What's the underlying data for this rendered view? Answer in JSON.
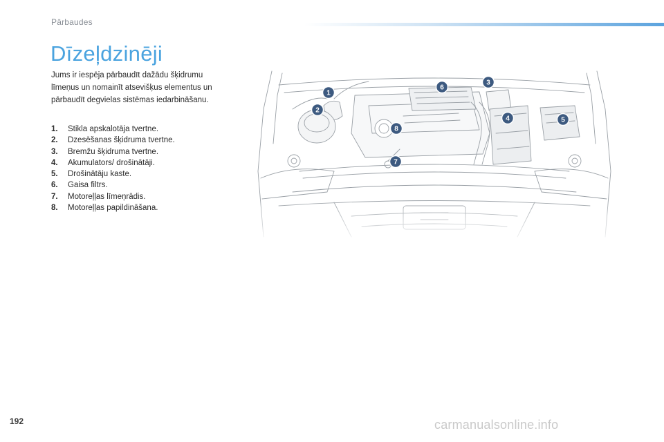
{
  "header": {
    "section": "Pārbaudes"
  },
  "title": "Dīzeļdzinēji",
  "intro": "Jums ir iespēja pārbaudīt dažādu šķidrumu līmeņus un nomainīt atsevišķus elementus un pārbaudīt degvielas sistēmas iedarbināšanu.",
  "legend": [
    {
      "num": "1.",
      "text": "Stikla apskalotāja tvertne."
    },
    {
      "num": "2.",
      "text": "Dzesēšanas šķidruma tvertne."
    },
    {
      "num": "3.",
      "text": "Bremžu šķidruma tvertne."
    },
    {
      "num": "4.",
      "text": "Akumulators/ drošinātāji."
    },
    {
      "num": "5.",
      "text": "Drošinātāju kaste."
    },
    {
      "num": "6.",
      "text": "Gaisa filtrs."
    },
    {
      "num": "7.",
      "text": "Motoreļļas līmeņrādis."
    },
    {
      "num": "8.",
      "text": "Motoreļļas papildināšana."
    }
  ],
  "figure": {
    "markers": [
      "1",
      "2",
      "3",
      "4",
      "5",
      "6",
      "7",
      "8"
    ],
    "marker_color": "#3d5a80"
  },
  "footer": {
    "page_number": "192",
    "watermark": "carmanualsonline.info"
  }
}
